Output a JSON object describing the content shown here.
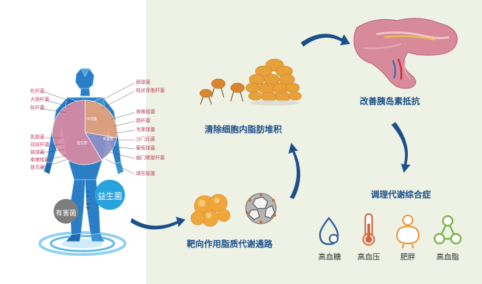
{
  "body_figure": {
    "harmful_labels": [
      "牝杆菌",
      "大肠杆菌",
      "拟杆菌",
      "乳酸菌",
      "双歧杆菌",
      "链球菌",
      "柔嫩梭菌",
      "普氏菌"
    ],
    "beneficial_labels": [
      "肠球菌",
      "枝状芽胞杆菌",
      "艰难梭菌",
      "肠杆菌",
      "韦荣球菌",
      "沙门氏菌",
      "葡萄球菌",
      "幽门螺旋杆菌",
      "球形梭菌"
    ],
    "badge_harmful": "有害菌",
    "badge_beneficial": "益生菌",
    "pie_label_top": "中性菌",
    "pie_label_left": "益生菌",
    "pie_label_right": "有害菌",
    "colors": {
      "figure_blue": "#2a7ec6",
      "pie_orange": "#e9a27c",
      "pie_pink": "#d98aa3",
      "pie_purple": "#8f8fc7"
    }
  },
  "flow": {
    "step_target": "靶向作用脂质代谢通路",
    "step_clear": "清除细胞内脂肪堆积",
    "step_insulin": "改善胰岛素抵抗",
    "step_metabolic": "调理代谢综合症",
    "arrow_color": "#1c4f8a"
  },
  "conditions": [
    {
      "label": "高血糖",
      "icon": "blood-drop-plus-icon",
      "color": "#2f5f9e"
    },
    {
      "label": "高血压",
      "icon": "thermometer-icon",
      "color": "#d9653a"
    },
    {
      "label": "肥胖",
      "icon": "obese-body-icon",
      "color": "#e79a3f"
    },
    {
      "label": "高血脂",
      "icon": "lipid-molecule-icon",
      "color": "#7ab148"
    }
  ]
}
